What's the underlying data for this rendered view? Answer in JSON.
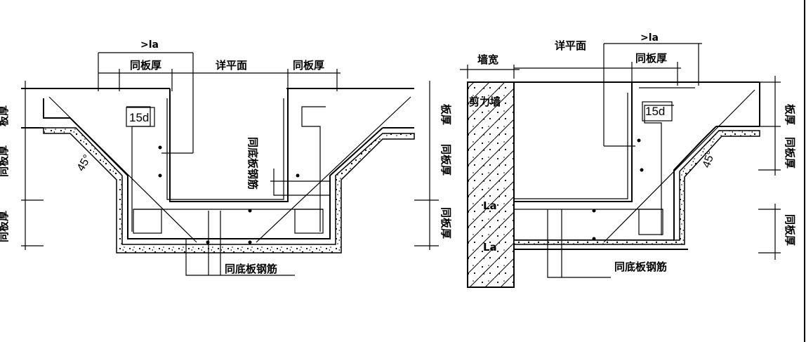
{
  "left_detail": {
    "plan_ref": "详平面",
    "min_length": ">la",
    "same_thickness_a": "同板厚",
    "same_thickness_b": "同板厚",
    "hook_label": "15d",
    "angle_label": "45°",
    "slab_thickness": "板厚",
    "side_same_a": "同板厚",
    "side_same_b": "同板厚",
    "right_side_a": "板厚",
    "right_side_b": "同板厚",
    "right_side_c": "同板厚",
    "slab_rebar_note": "同底板钢筋",
    "bottom_rebar_note": "同底板钢筋"
  },
  "right_detail": {
    "wall_width": "墙宽",
    "plan_ref": "详平面",
    "min_length": ">la",
    "same_thickness": "同板厚",
    "shear_wall": "剪力墙",
    "hook_label": "15d",
    "angle_label": "45°",
    "anchor_1": "La",
    "anchor_2": "La",
    "side_a": "板厚",
    "side_b": "同板厚",
    "side_c": "同板厚",
    "bottom_rebar_note": "同底板钢筋"
  },
  "colors": {
    "line": "#000000",
    "background": "#ffffff"
  }
}
